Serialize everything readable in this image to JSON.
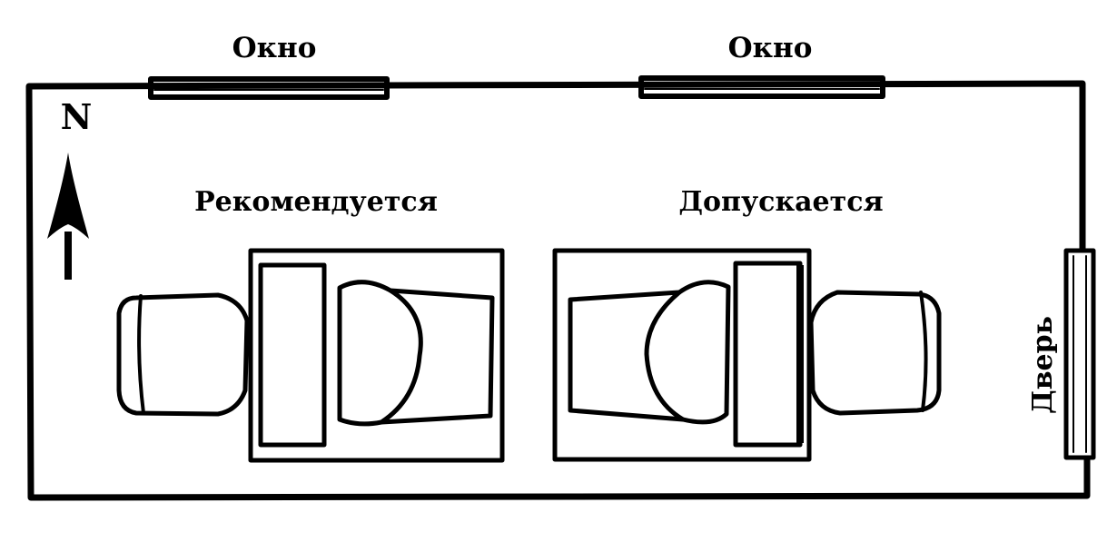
{
  "plan": {
    "windows": [
      {
        "label": "Окно"
      },
      {
        "label": "Окно"
      }
    ],
    "north_label": "N",
    "zones": [
      {
        "label": "Рекомендуется",
        "desk_side": "left"
      },
      {
        "label": "Допускается",
        "desk_side": "right"
      }
    ],
    "door_label": "Дверь",
    "colors": {
      "ink": "#000000",
      "paper": "#ffffff"
    }
  }
}
